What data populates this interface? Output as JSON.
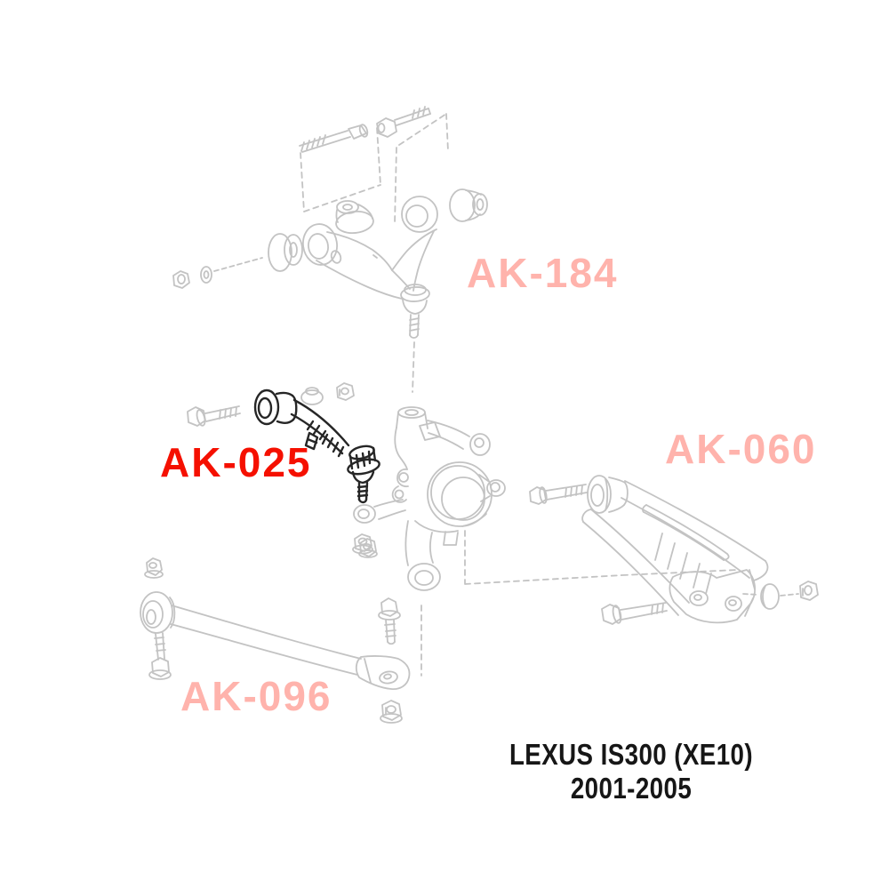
{
  "diagram": {
    "type": "exploded-suspension-parts-diagram",
    "background": "#ffffff",
    "colors": {
      "line_art": "#c3c3c3",
      "highlighted_line_art": "#262626",
      "highlighted_label": "#f51000",
      "muted_label": "#ffb3ac",
      "caption_text": "#161616"
    },
    "parts": {
      "ak184": {
        "label": "AK-184",
        "highlighted": false
      },
      "ak025": {
        "label": "AK-025",
        "highlighted": true
      },
      "ak060": {
        "label": "AK-060",
        "highlighted": false
      },
      "ak096": {
        "label": "AK-096",
        "highlighted": false
      }
    },
    "caption": {
      "line1": "LEXUS IS300 (XE10)",
      "line2": "2001-2005"
    }
  }
}
